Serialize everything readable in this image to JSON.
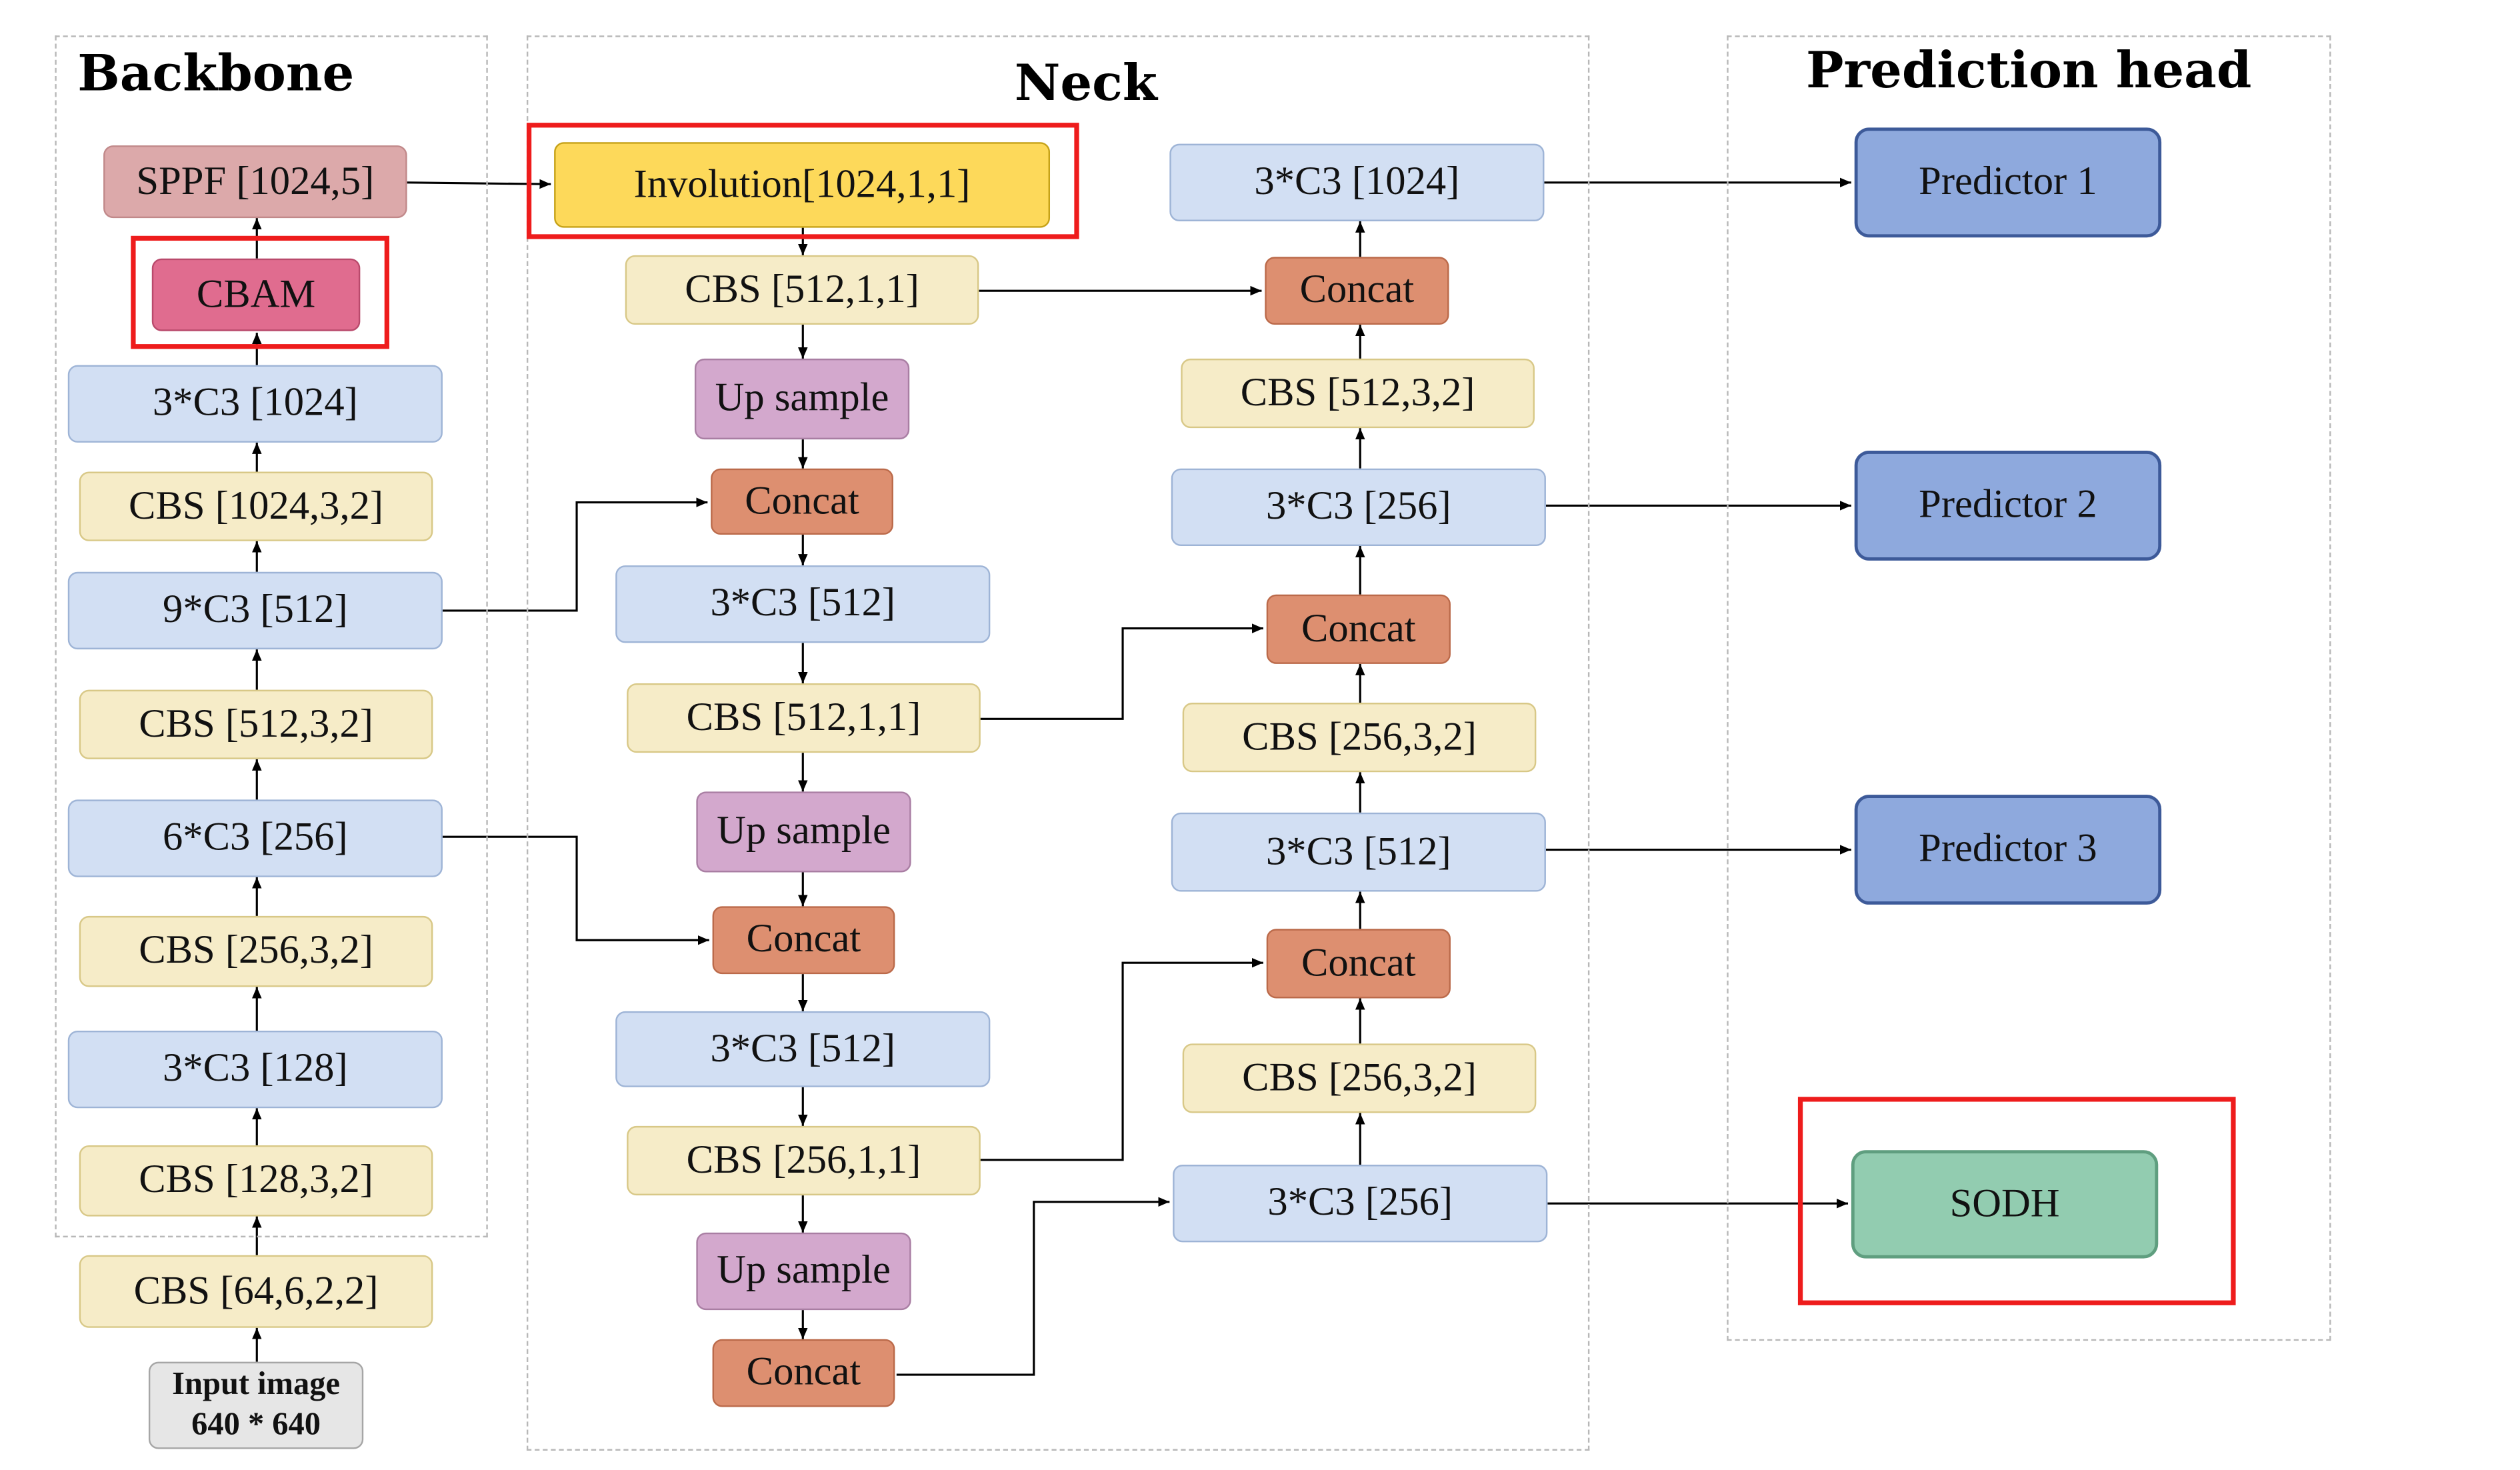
{
  "sections": {
    "backbone": "Backbone",
    "neck": "Neck",
    "head": "Prediction head"
  },
  "backbone": {
    "sppf": "SPPF [1024,5]",
    "cbam": "CBAM",
    "c3_1024": "3*C3 [1024]",
    "cbs_1024": "CBS [1024,3,2]",
    "c3_512": "9*C3 [512]",
    "cbs_512": "CBS [512,3,2]",
    "c3_256": "6*C3 [256]",
    "cbs_256": "CBS [256,3,2]",
    "c3_128": "3*C3 [128]",
    "cbs_128": "CBS [128,3,2]",
    "cbs_64": "CBS [64,6,2,2]",
    "input_line1": "Input image",
    "input_line2": "640 * 640"
  },
  "neck_left": {
    "involution": "Involution[1024,1,1]",
    "cbs_512_a": "CBS [512,1,1]",
    "upsample_1": "Up sample",
    "concat_1": "Concat",
    "c3_512_a": "3*C3 [512]",
    "cbs_512_b": "CBS [512,1,1]",
    "upsample_2": "Up sample",
    "concat_2": "Concat",
    "c3_512_b": "3*C3 [512]",
    "cbs_256": "CBS [256,1,1]",
    "upsample_3": "Up sample",
    "concat_3": "Concat"
  },
  "neck_right": {
    "c3_1024": "3*C3 [1024]",
    "concat_a": "Concat",
    "cbs_512": "CBS [512,3,2]",
    "c3_256_a": "3*C3 [256]",
    "concat_b": "Concat",
    "cbs_256_a": "CBS [256,3,2]",
    "c3_512": "3*C3 [512]",
    "concat_c": "Concat",
    "cbs_256_b": "CBS [256,3,2]",
    "c3_256_b": "3*C3 [256]"
  },
  "head": {
    "predictor_1": "Predictor 1",
    "predictor_2": "Predictor 2",
    "predictor_3": "Predictor 3",
    "sodh": "SODH"
  },
  "colors": {
    "c3": "#d2dff3",
    "cbs": "#f6ecc8",
    "upsample": "#d3a8cd",
    "concat": "#dd8f70",
    "sppf": "#dca9aa",
    "cbam": "#e06c8f",
    "involution": "#fdd95a",
    "predictor": "#8ea9dd",
    "sodh": "#92ccb0",
    "highlight": "#ee1c1c"
  }
}
